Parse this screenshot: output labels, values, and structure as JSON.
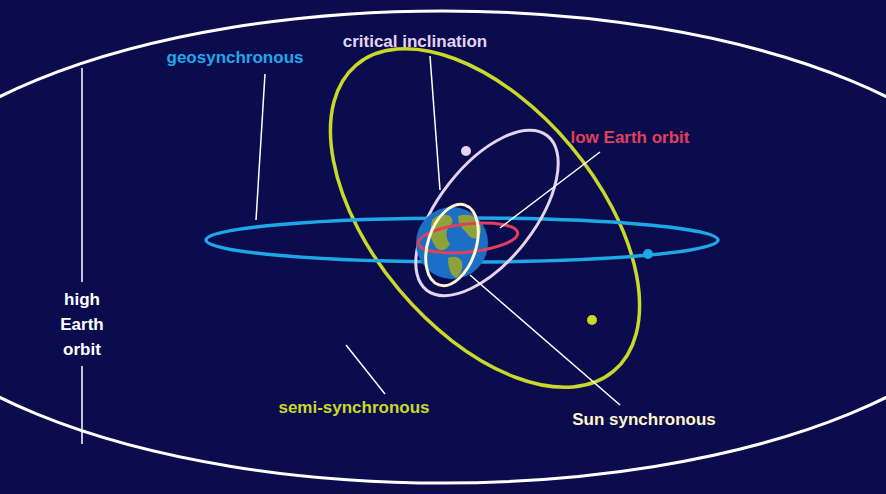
{
  "diagram": {
    "labels": [
      "critical inclination",
      "geosynchronous",
      "low Earth orbit",
      "high Earth orbit",
      "semi-synchronous",
      "Sun synchronous"
    ]
  }
}
